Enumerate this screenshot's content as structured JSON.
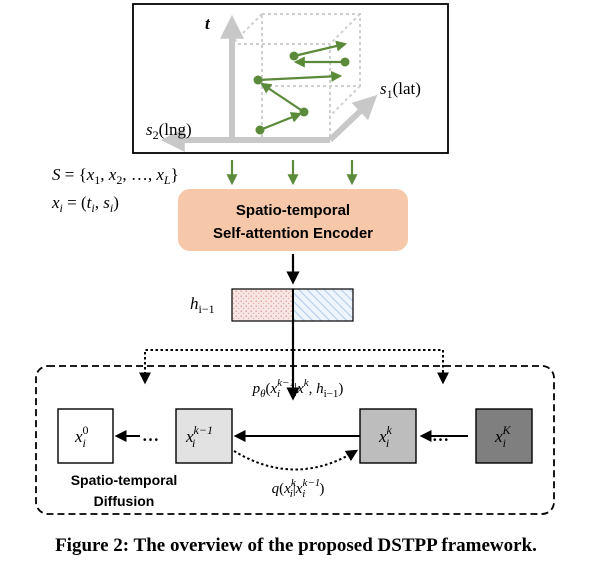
{
  "cube": {
    "axis_t": "t",
    "axis_s1": "s",
    "axis_s1_sub": "1",
    "axis_s1_suffix": "(lat)",
    "axis_s2": "s",
    "axis_s2_sub": "2",
    "axis_s2_suffix": "(lng)"
  },
  "sequence": {
    "line1": "S = {x",
    "line1_full": "S = {x₁, x₂, …, x_L}",
    "def_x": "x",
    "def_x_sub": "i",
    "def_eq": " = (t",
    "def_full": "x_i = (t_i, s_i)"
  },
  "encoder": {
    "line1": "Spatio-temporal",
    "line2": "Self-attention Encoder"
  },
  "hidden": {
    "label": "h",
    "label_sub": "i−1"
  },
  "diffusion": {
    "label_line1": "Spatio-temporal",
    "label_line2": "Diffusion",
    "ellipsis": "…",
    "forward_label": "p_θ(x_i^{k−1} | x^k, h_{i−1})",
    "reverse_label": "q(x_i^k | x_i^{k−1})",
    "boxes": [
      {
        "sub": "i",
        "sup": "0",
        "fill": "#ffffff"
      },
      {
        "sub": "i",
        "sup": "k−1",
        "fill": "#e2e2e2"
      },
      {
        "sub": "i",
        "sup": "k",
        "fill": "#bdbdbd"
      },
      {
        "sub": "i",
        "sup": "K",
        "fill": "#7f7f7f"
      }
    ]
  },
  "caption": "Figure 2: The overview of the proposed DSTPP framework.",
  "colors": {
    "arrow_green": "#5a8a3a",
    "encoder_fill": "#f6c7a9",
    "axis_gray": "#c8c8c8"
  }
}
